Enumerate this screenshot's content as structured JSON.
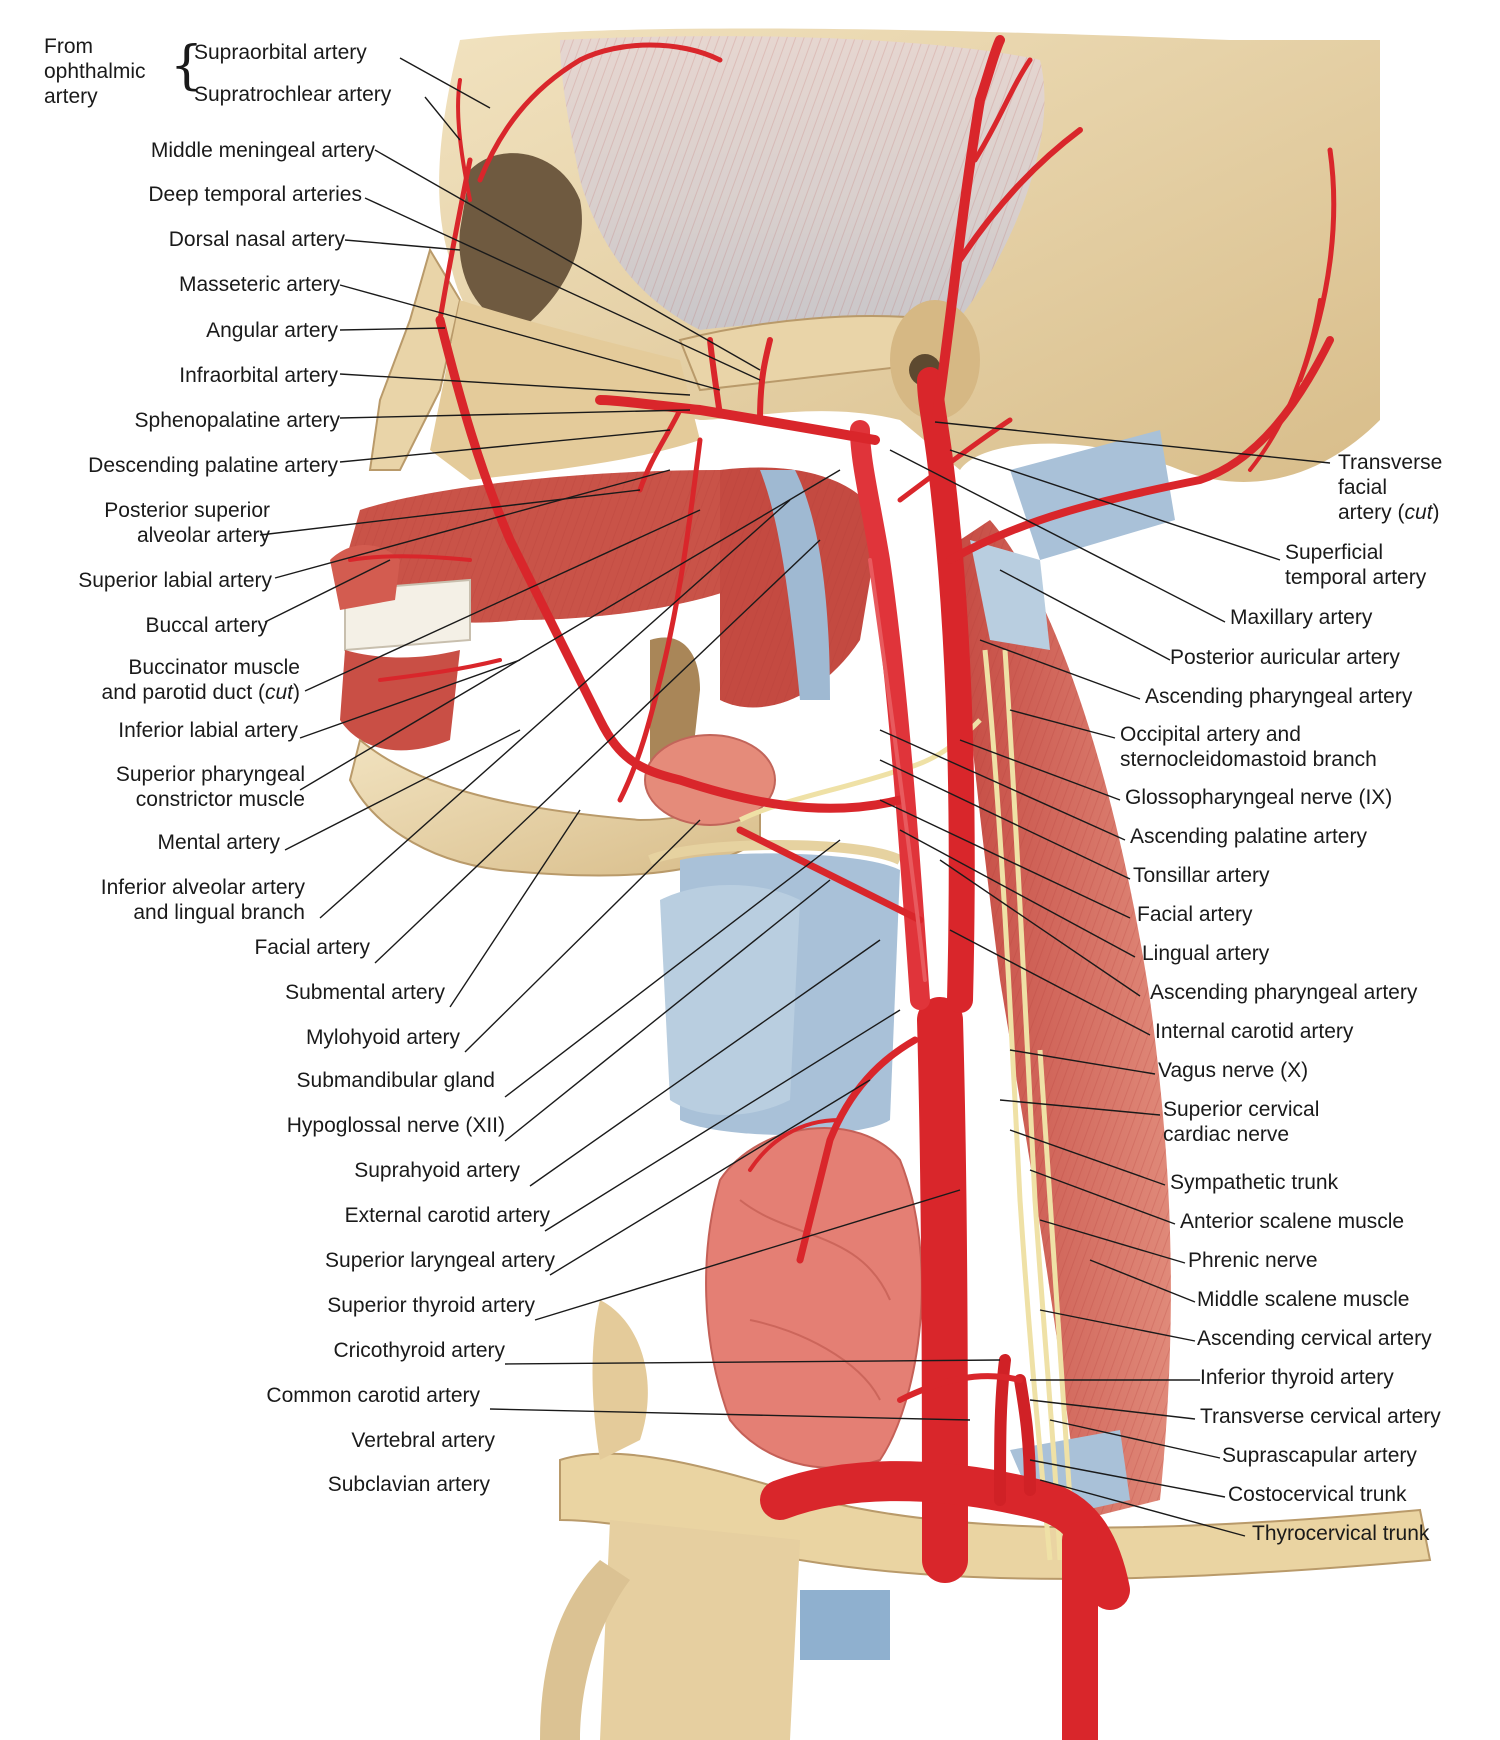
{
  "colors": {
    "artery": "#d9262b",
    "artery_dark": "#a8141c",
    "muscle": "#cc5a50",
    "muscle_light": "#e08070",
    "bone": "#e9d4a8",
    "bone_shadow": "#c9ae7c",
    "fascia": "#9fb9d2",
    "tendon": "#dfe3e6",
    "gland": "#e57d72",
    "nerve": "#f0e6b0",
    "leader": "#1a1a1a"
  },
  "header": {
    "group_lines": [
      "From",
      "ophthalmic",
      "artery"
    ],
    "items": [
      "Supraorbital artery",
      "Supratrochlear artery"
    ]
  },
  "left_labels": [
    {
      "lines": [
        "Middle meningeal artery"
      ]
    },
    {
      "lines": [
        "Deep temporal arteries"
      ]
    },
    {
      "lines": [
        "Dorsal nasal artery"
      ]
    },
    {
      "lines": [
        "Masseteric artery"
      ]
    },
    {
      "lines": [
        "Angular artery"
      ]
    },
    {
      "lines": [
        "Infraorbital artery"
      ]
    },
    {
      "lines": [
        "Sphenopalatine artery"
      ]
    },
    {
      "lines": [
        "Descending palatine artery"
      ]
    },
    {
      "lines": [
        "Posterior superior",
        "alveolar artery"
      ]
    },
    {
      "lines": [
        "Superior labial artery"
      ]
    },
    {
      "lines": [
        "Buccal artery"
      ]
    },
    {
      "lines": [
        "Buccinator muscle",
        "and parotid duct (cut)"
      ],
      "italic_suffix": "cut"
    },
    {
      "lines": [
        "Inferior labial artery"
      ]
    },
    {
      "lines": [
        "Superior pharyngeal",
        "constrictor muscle"
      ]
    },
    {
      "lines": [
        "Mental artery"
      ]
    },
    {
      "lines": [
        "Inferior alveolar artery",
        "and lingual branch"
      ]
    },
    {
      "lines": [
        "Facial artery"
      ]
    },
    {
      "lines": [
        "Submental artery"
      ]
    },
    {
      "lines": [
        "Mylohyoid artery"
      ]
    },
    {
      "lines": [
        "Submandibular gland"
      ]
    },
    {
      "lines": [
        "Hypoglossal nerve (XII)"
      ]
    },
    {
      "lines": [
        "Suprahyoid artery"
      ]
    },
    {
      "lines": [
        "External carotid artery"
      ]
    },
    {
      "lines": [
        "Superior laryngeal artery"
      ]
    },
    {
      "lines": [
        "Superior thyroid artery"
      ]
    },
    {
      "lines": [
        "Cricothyroid artery"
      ]
    },
    {
      "lines": [
        "Common carotid artery"
      ]
    },
    {
      "lines": [
        "Vertebral artery"
      ]
    },
    {
      "lines": [
        "Subclavian artery"
      ]
    }
  ],
  "right_labels": [
    {
      "lines": [
        "Transverse",
        "facial",
        "artery (cut)"
      ]
    },
    {
      "lines": [
        "Superficial",
        "temporal artery"
      ]
    },
    {
      "lines": [
        "Maxillary artery"
      ]
    },
    {
      "lines": [
        "Posterior auricular artery"
      ]
    },
    {
      "lines": [
        "Ascending pharyngeal artery"
      ]
    },
    {
      "lines": [
        "Occipital artery and",
        "sternocleidomastoid branch"
      ]
    },
    {
      "lines": [
        "Glossopharyngeal nerve (IX)"
      ]
    },
    {
      "lines": [
        "Ascending palatine artery"
      ]
    },
    {
      "lines": [
        "Tonsillar artery"
      ]
    },
    {
      "lines": [
        "Facial artery"
      ]
    },
    {
      "lines": [
        "Lingual artery"
      ]
    },
    {
      "lines": [
        "Ascending pharyngeal artery"
      ]
    },
    {
      "lines": [
        "Internal carotid artery"
      ]
    },
    {
      "lines": [
        "Vagus nerve (X)"
      ]
    },
    {
      "lines": [
        "Superior cervical",
        "cardiac nerve"
      ]
    },
    {
      "lines": [
        "Sympathetic trunk"
      ]
    },
    {
      "lines": [
        "Anterior scalene muscle"
      ]
    },
    {
      "lines": [
        "Phrenic nerve"
      ]
    },
    {
      "lines": [
        "Middle scalene muscle"
      ]
    },
    {
      "lines": [
        "Ascending cervical artery"
      ]
    },
    {
      "lines": [
        "Inferior thyroid artery"
      ]
    },
    {
      "lines": [
        "Transverse cervical artery"
      ]
    },
    {
      "lines": [
        "Suprascapular artery"
      ]
    },
    {
      "lines": [
        "Costocervical trunk"
      ]
    },
    {
      "lines": [
        "Thyrocervical trunk"
      ]
    }
  ]
}
